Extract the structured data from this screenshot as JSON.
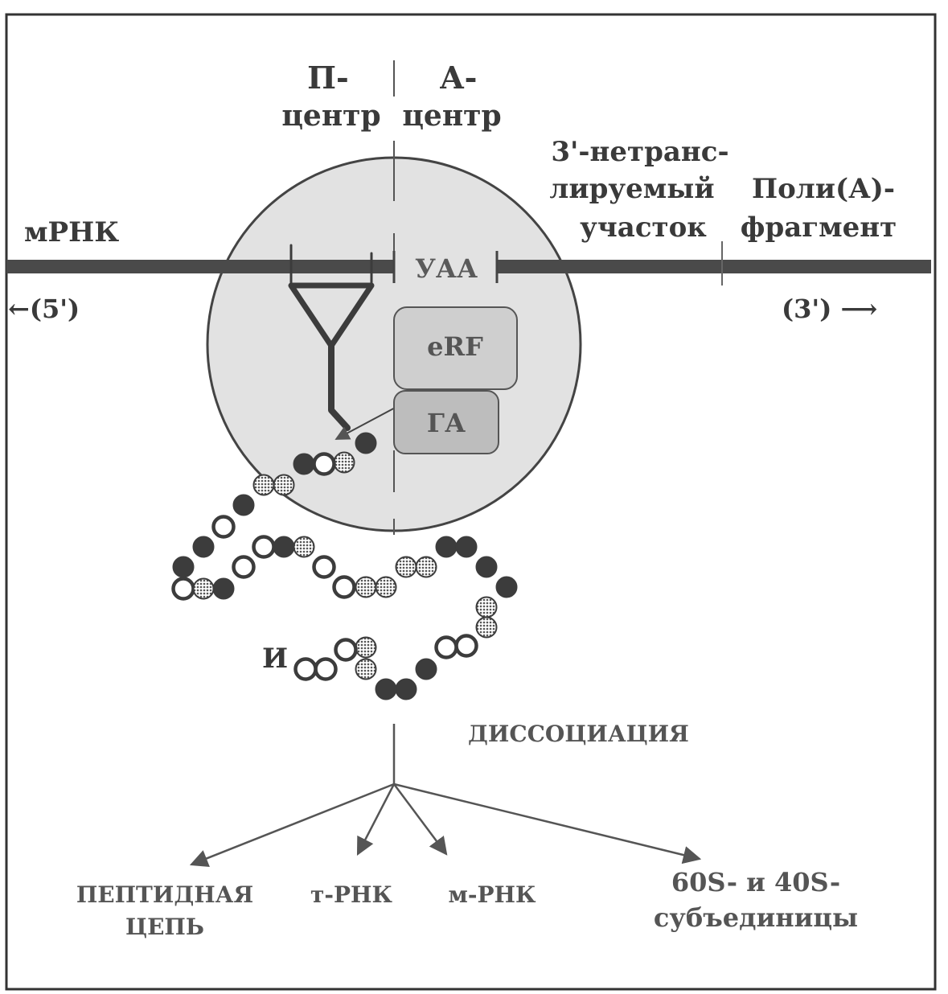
{
  "labels": {
    "p_site_line1": "П-",
    "p_site_line2": "центр",
    "a_site_line1": "А-",
    "a_site_line2": "центр",
    "utr_line1": "3'-нетранс-",
    "utr_line2": "лируемый",
    "utr_line3": "участок",
    "polya_line1": "Поли(А)-",
    "polya_line2": "фрагмент",
    "mrna": "мРНК",
    "five_prime": "←(5')",
    "three_prime": "(3') ⟶",
    "stop_codon": "УАА",
    "erf": "eRF",
    "ga": "ГА",
    "start_marker": "И",
    "dissociation": "ДИССОЦИАЦИЯ",
    "product_peptide_line1": "ПЕПТИДНАЯ",
    "product_peptide_line2": "ЦЕПЬ",
    "product_trna": "т-РНК",
    "product_mrna": "м-РНК",
    "product_subunits_line1": "60S- и 40S-",
    "product_subunits_line2": "субъединицы"
  },
  "colors": {
    "line": "#555555",
    "ribosome_fill": "#e2e2e2",
    "erf_fill": "#cfcfcf",
    "ga_fill": "#bdbdbd",
    "bead_dark": "#3c3c3c",
    "bead_light": "#ffffff",
    "bead_dotted": "#9a9a9a"
  }
}
